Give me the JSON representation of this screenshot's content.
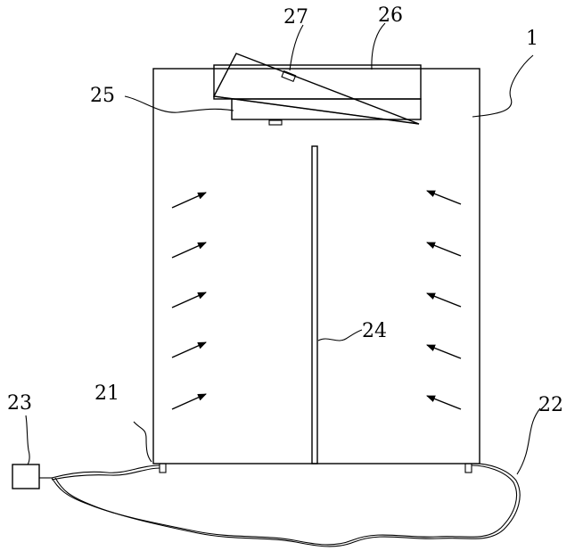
{
  "labels": {
    "l1": "1",
    "l21": "21",
    "l22": "22",
    "l23": "23",
    "l24": "24",
    "l25": "25",
    "l26": "26",
    "l27": "27"
  },
  "arrows": {
    "left_direction": "right-up",
    "right_direction": "left-up",
    "count_per_side": 5
  }
}
